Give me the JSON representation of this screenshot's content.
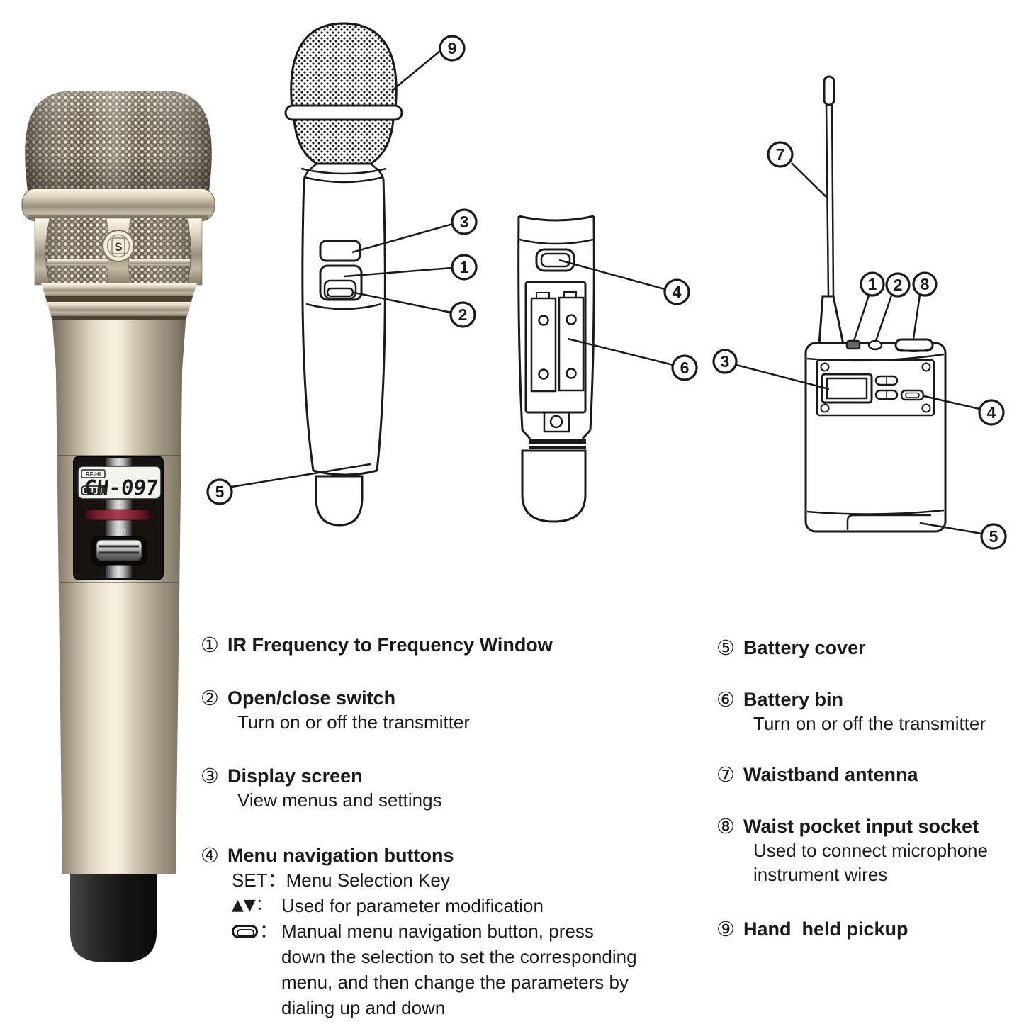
{
  "photo": {
    "lcd": {
      "status": "RF-HI",
      "channel": "CH-097",
      "power_label": "on"
    },
    "badge_letter": "S",
    "colors": {
      "mic_finish": "#cfc6b2",
      "ir_window": "#8c2333",
      "panel": "#17140f"
    }
  },
  "diagrams": {
    "handheld_front": {
      "callouts": [
        {
          "label": "9"
        },
        {
          "label": "3"
        },
        {
          "label": "1"
        },
        {
          "label": "2"
        },
        {
          "label": "5"
        }
      ]
    },
    "handheld_back": {
      "callouts": [
        {
          "label": "4"
        },
        {
          "label": "6"
        }
      ]
    },
    "bodypack": {
      "callouts": [
        {
          "label": "7"
        },
        {
          "label": "1"
        },
        {
          "label": "2"
        },
        {
          "label": "8"
        },
        {
          "label": "3"
        },
        {
          "label": "4"
        },
        {
          "label": "5"
        }
      ]
    }
  },
  "legend": {
    "left": [
      {
        "num": "①",
        "title": "IR Frequency to Frequency Window",
        "desc": ""
      },
      {
        "num": "②",
        "title": "Open/close switch",
        "desc": "Turn on or off the transmitter"
      },
      {
        "num": "③",
        "title": "Display screen",
        "desc": "View menus and settings"
      },
      {
        "num": "④",
        "title": "Menu navigation buttons",
        "sub": [
          {
            "prefix": "SET：",
            "text": "Menu Selection Key"
          },
          {
            "prefix": "▲▼：",
            "text": "Used for parameter modification"
          },
          {
            "icon": "nav-key",
            "colon": "：",
            "text": "Manual menu navigation button, press"
          },
          {
            "text": "down the selection to set the corresponding"
          },
          {
            "text": "menu, and then change the parameters by"
          },
          {
            "text": "dialing up and down"
          }
        ]
      }
    ],
    "right": [
      {
        "num": "⑤",
        "title": "Battery cover",
        "desc": ""
      },
      {
        "num": "⑥",
        "title": "Battery bin",
        "desc": "Turn on or off the transmitter"
      },
      {
        "num": "⑦",
        "title": "Waistband antenna",
        "desc": ""
      },
      {
        "num": "⑧",
        "title": "Waist pocket input socket",
        "desc1": "Used to connect microphone",
        "desc2": "instrument wires"
      },
      {
        "num": "⑨",
        "title": "Hand  held pickup",
        "desc": ""
      }
    ]
  }
}
